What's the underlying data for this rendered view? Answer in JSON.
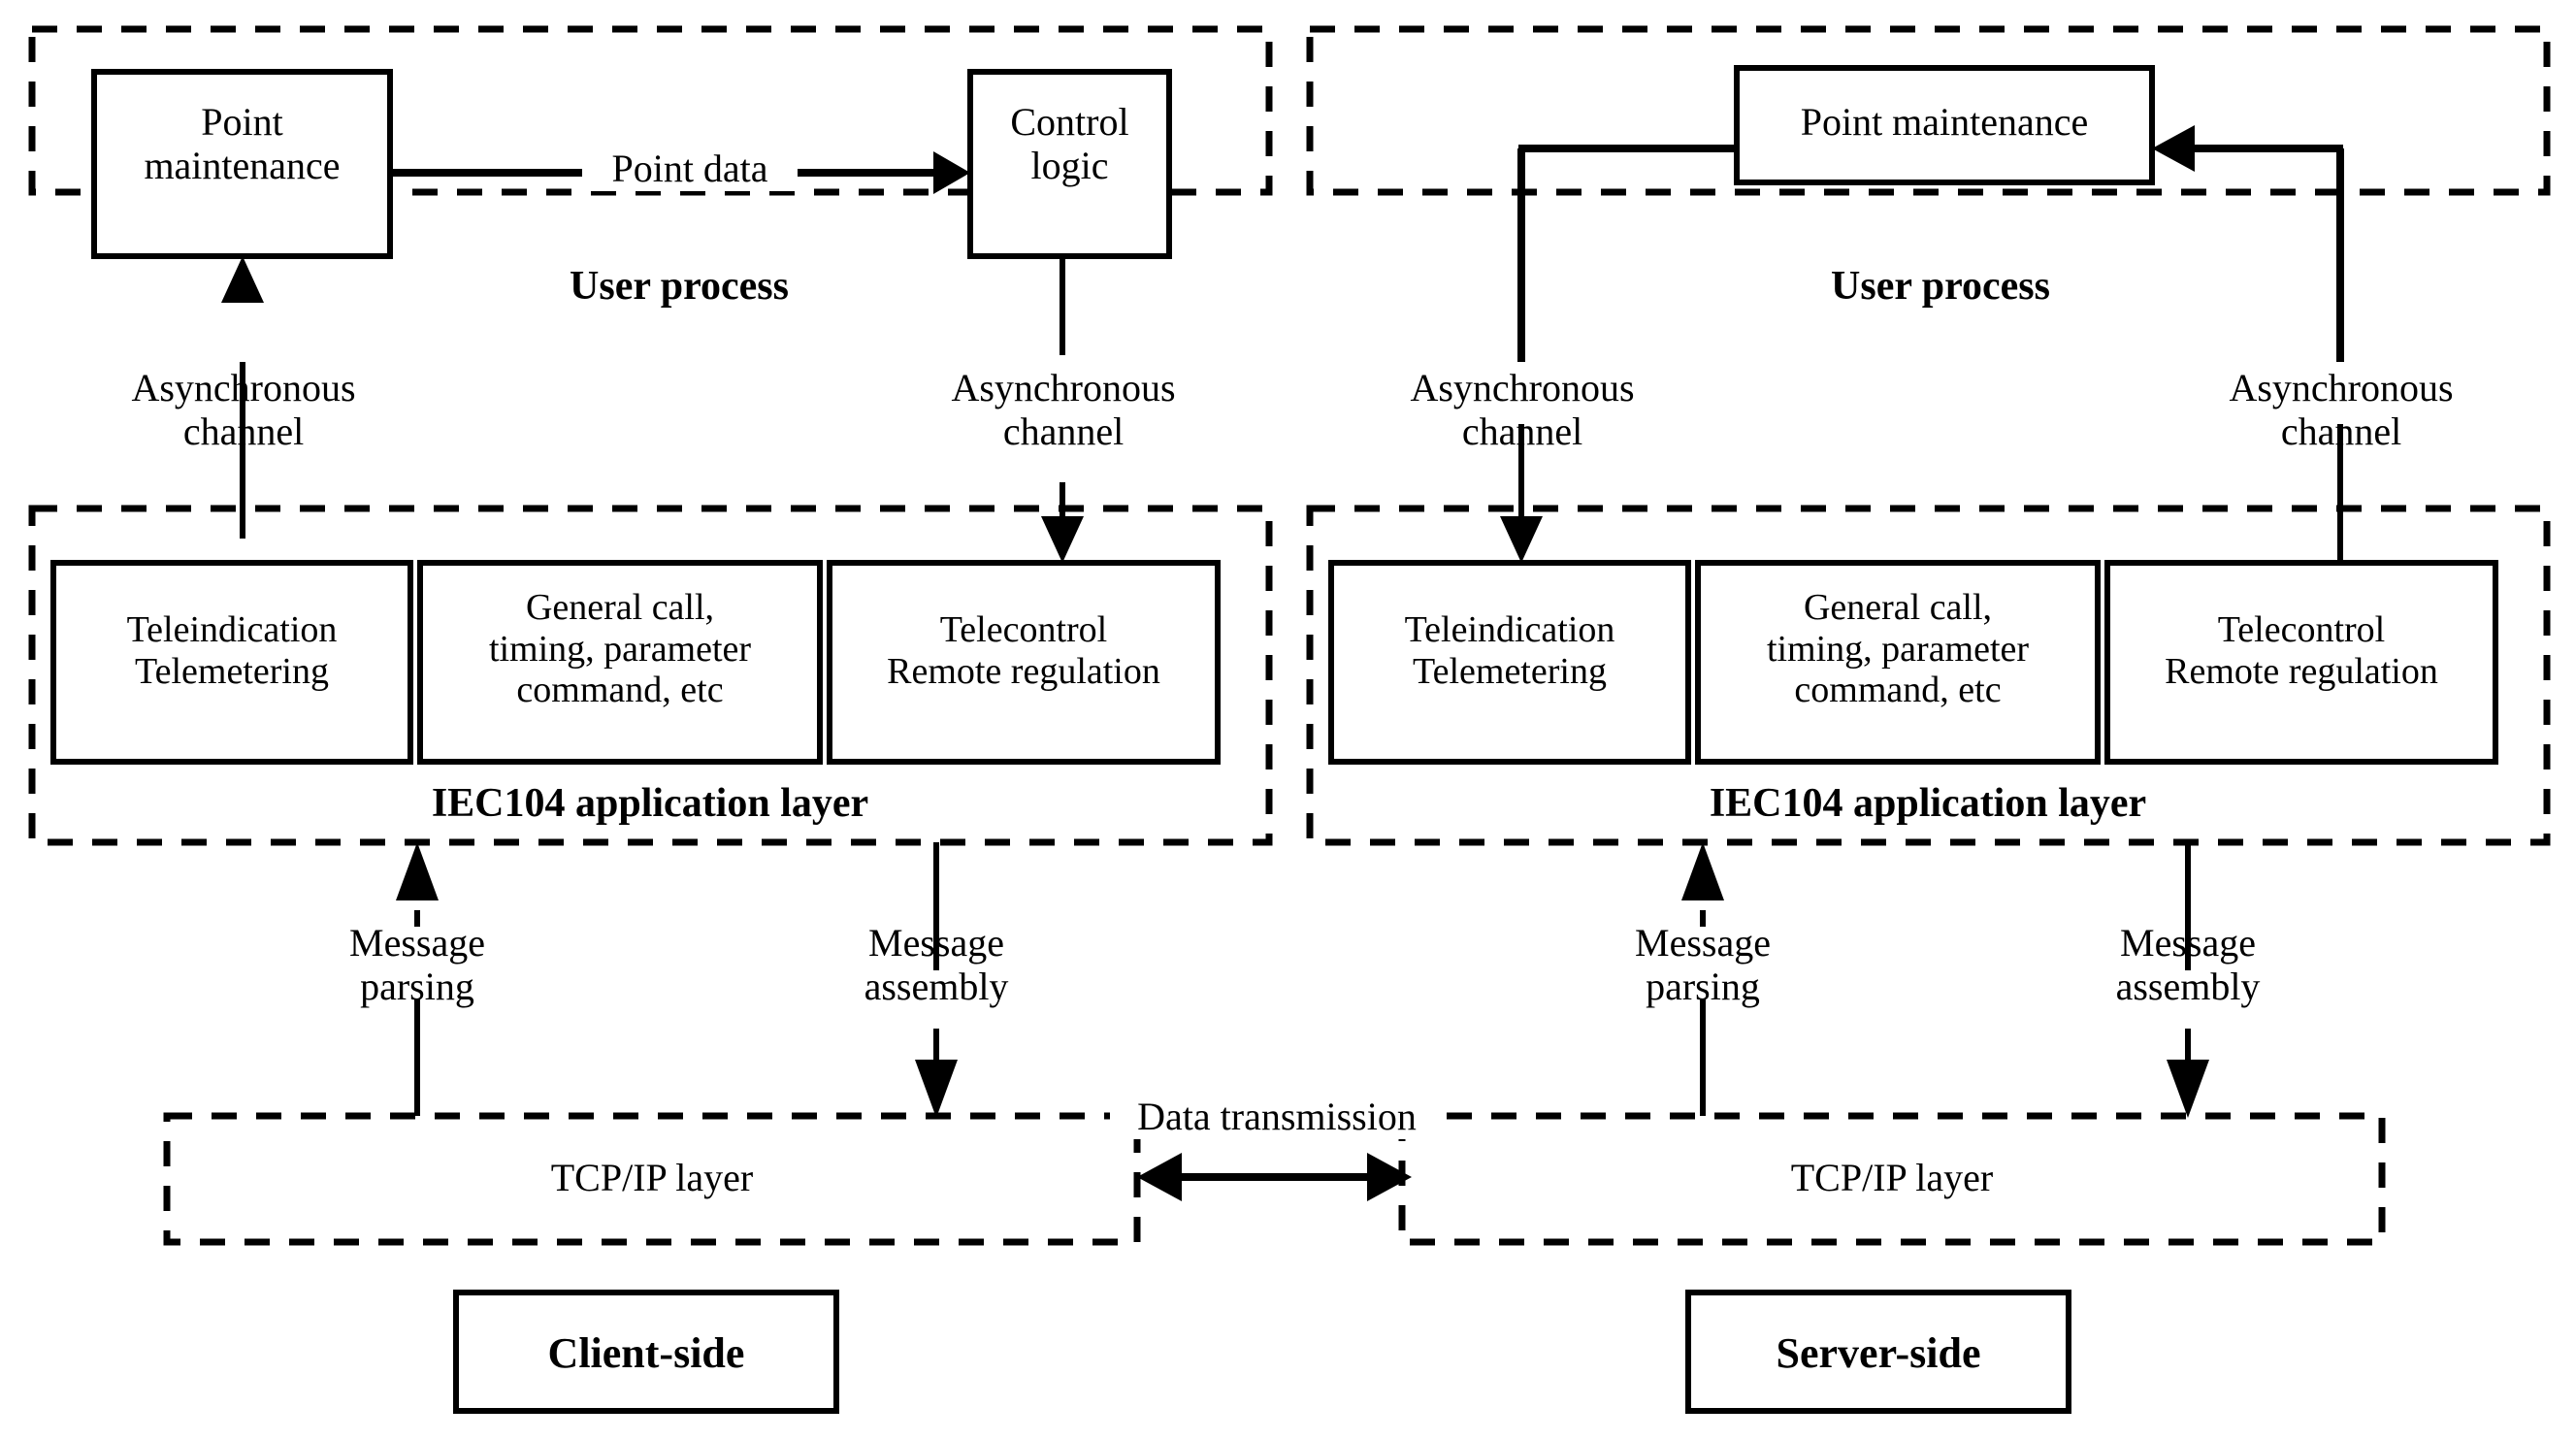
{
  "diagram": {
    "title": "IEC104 client-server protocol stack diagram",
    "accent_color": "#000000",
    "background_color": "#ffffff"
  },
  "client": {
    "user_process": {
      "region_label": "User process",
      "boxes": {
        "point_maintenance": "Point\nmaintenance",
        "control_logic": "Control\nlogic"
      },
      "edge_label": "Point data"
    },
    "channels": {
      "left": "Asynchronous\nchannel",
      "right": "Asynchronous\nchannel"
    },
    "iec104": {
      "region_label": "IEC104 application layer",
      "boxes": {
        "teleindication": "Teleindication\nTelemetering",
        "general_call": "General call,\ntiming, parameter\ncommand, etc",
        "telecontrol": "Telecontrol\nRemote regulation"
      }
    },
    "messaging": {
      "parsing": "Message\nparsing",
      "assembly": "Message\nassembly"
    },
    "tcpip": {
      "label": "TCP/IP layer"
    },
    "side_label": "Client-side"
  },
  "server": {
    "user_process": {
      "region_label": "User process",
      "boxes": {
        "point_maintenance": "Point maintenance"
      }
    },
    "channels": {
      "left": "Asynchronous\nchannel",
      "right": "Asynchronous\nchannel"
    },
    "iec104": {
      "region_label": "IEC104 application layer",
      "boxes": {
        "teleindication": "Teleindication\nTelemetering",
        "general_call": "General call,\ntiming, parameter\ncommand, etc",
        "telecontrol": "Telecontrol\nRemote regulation"
      }
    },
    "messaging": {
      "parsing": "Message\nparsing",
      "assembly": "Message\nassembly"
    },
    "tcpip": {
      "label": "TCP/IP layer"
    },
    "side_label": "Server-side"
  },
  "link": {
    "data_transmission": "Data transmission"
  }
}
